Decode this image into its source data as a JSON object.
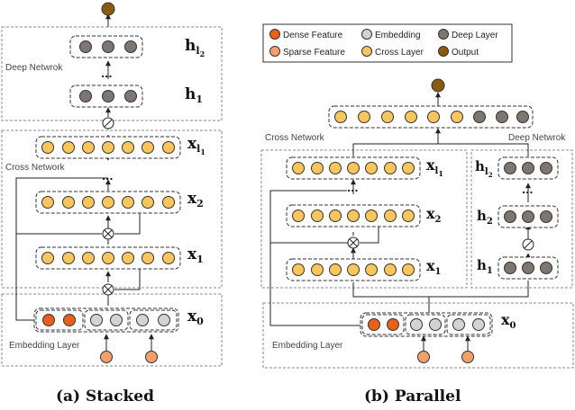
{
  "colors": {
    "dense": "#e8601c",
    "sparse": "#f2a06a",
    "embedding": "#d3d3d3",
    "cross": "#f9c65d",
    "deep": "#7d7671",
    "output": "#8b5a0f"
  },
  "legend": {
    "dense": "Dense Feature",
    "embedding": "Embedding",
    "deep": "Deep Layer",
    "sparse": "Sparse Feature",
    "cross": "Cross Layer",
    "output": "Output"
  },
  "stacked": {
    "deep_label": "Deep Netwrok",
    "cross_label": "Cross Network",
    "embed_label": "Embedding Layer",
    "caption": "(a) Stacked"
  },
  "parallel": {
    "cross_label": "Cross Network",
    "deep_label": "Deep Netwrok",
    "embed_label": "Embedding Layer",
    "caption": "(b) Parallel"
  },
  "math": {
    "h": "h",
    "h_sub": "1",
    "hl_sub": "l",
    "hl_subsub": "2",
    "x": "x",
    "x0_sub": "0",
    "x1_sub": "1",
    "x2_sub": "2",
    "xl_sub": "l",
    "xl_subsub": "1"
  },
  "ellipsis": "...",
  "icons": {
    "cross_op": "circled-times",
    "activation": "circled-slash"
  }
}
